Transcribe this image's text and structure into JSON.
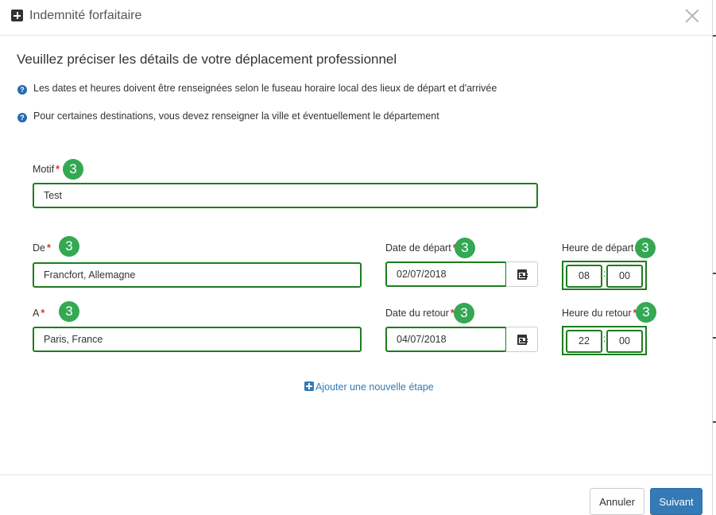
{
  "dialog": {
    "title": "Indemnité forfaitaire",
    "heading": "Veuillez préciser les détails de votre déplacement professionnel",
    "info": [
      "Les dates et heures doivent être renseignées selon le fuseau horaire local des lieux de départ et d'arrivée",
      "Pour certaines destinations, vous devez renseigner la ville et éventuellement le département"
    ]
  },
  "form": {
    "motif": {
      "label": "Motif",
      "required": "*",
      "badge": "3",
      "value": "Test"
    },
    "from": {
      "label": "De",
      "required": "*",
      "badge": "3",
      "value": "Francfort, Allemagne"
    },
    "to": {
      "label": "A",
      "required": "*",
      "badge": "3",
      "value": "Paris, France"
    },
    "departure_date": {
      "label": "Date de départ",
      "required": "*",
      "badge": "3",
      "value": "02/07/2018"
    },
    "return_date": {
      "label": "Date du retour",
      "required": "*",
      "badge": "3",
      "value": "04/07/2018"
    },
    "departure_time": {
      "label": "Heure de départ",
      "required": "*",
      "badge": "3",
      "hours": "08",
      "separator": ":",
      "minutes": "00"
    },
    "return_time": {
      "label": "Heure du retour",
      "required": "*",
      "badge": "3",
      "hours": "22",
      "separator": ":",
      "minutes": "00"
    },
    "add_step": "Ajouter une nouvelle étape"
  },
  "footer": {
    "cancel": "Annuler",
    "next": "Suivant"
  },
  "colors": {
    "primary": "#337ab7",
    "valid_border": "#1e7d1e",
    "badge": "#34a853",
    "required": "#d9302c"
  }
}
